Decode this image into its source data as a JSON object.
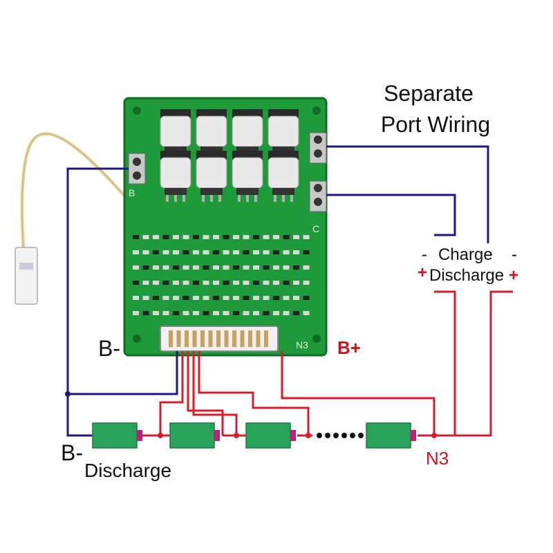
{
  "title_line1": "Separate",
  "title_line2": "Port Wiring",
  "labels": {
    "b_minus_top": "B-",
    "b_plus": "B+",
    "n3_board": "N3",
    "n3_bottom": "N3",
    "b_minus_bottom": "B-",
    "discharge_bottom": "Discharge",
    "charge_minus": "-",
    "charge": "Charge",
    "charge_minus_right": "-",
    "discharge_plus_left": "+",
    "discharge": "Discharge",
    "discharge_plus_right": "+",
    "board_b": "B",
    "board_c": "C"
  },
  "colors": {
    "pcb": "#1f9a3a",
    "pcb_dark": "#147a2a",
    "wire_blue": "#1a1a7a",
    "wire_red": "#d81b2a",
    "cell": "#2aa35a",
    "cell_cap": "#c0207a",
    "mosfet": "#e8e8e8"
  },
  "cell_count_visible": 4
}
